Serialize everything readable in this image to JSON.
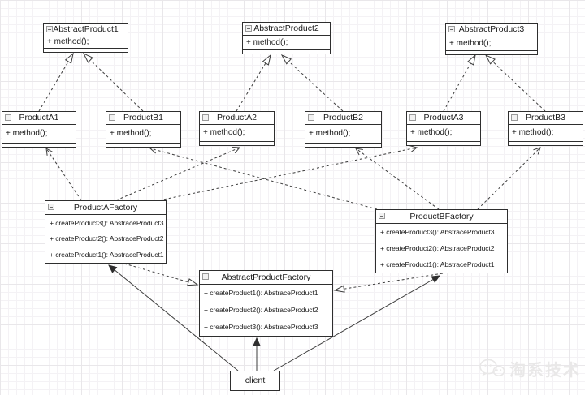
{
  "diagram_title": "abstract-factory-uml-class-diagram",
  "classes": {
    "abstract_product_1": {
      "name": "AbstractProduct1",
      "methods": [
        "+ method();"
      ]
    },
    "abstract_product_2": {
      "name": "AbstractProduct2",
      "methods": [
        "+ method();"
      ]
    },
    "abstract_product_3": {
      "name": "AbstractProduct3",
      "methods": [
        "+ method();"
      ]
    },
    "product_a1": {
      "name": "ProductA1",
      "methods": [
        "+ method();"
      ]
    },
    "product_b1": {
      "name": "ProductB1",
      "methods": [
        "+ method();"
      ]
    },
    "product_a2": {
      "name": "ProductA2",
      "methods": [
        "+ method();"
      ]
    },
    "product_b2": {
      "name": "ProductB2",
      "methods": [
        "+ method();"
      ]
    },
    "product_a3": {
      "name": "ProductA3",
      "methods": [
        "+ method();"
      ]
    },
    "product_b3": {
      "name": "ProductB3",
      "methods": [
        "+ method();"
      ]
    },
    "product_a_factory": {
      "name": "ProductAFactory",
      "methods": [
        "+ createProduct3(): AbstraceProduct3",
        "+ createProduct2(): AbstraceProduct2",
        "+ createProduct1(): AbstraceProduct1"
      ]
    },
    "product_b_factory": {
      "name": "ProductBFactory",
      "methods": [
        "+ createProduct3(): AbstraceProduct3",
        "+ createProduct2(): AbstraceProduct2",
        "+ createProduct1(): AbstraceProduct1"
      ]
    },
    "abstract_product_factory": {
      "name": "AbstractProductFactory",
      "methods": [
        "+ createProduct1(): AbstraceProduct1",
        "+ createProduct2(): AbstraceProduct2",
        "+ createProduct3(): AbstraceProduct3"
      ]
    },
    "client": {
      "name": "client"
    }
  },
  "relations": [
    {
      "from": "ProductA1",
      "to": "AbstractProduct1",
      "type": "realization"
    },
    {
      "from": "ProductB1",
      "to": "AbstractProduct1",
      "type": "realization"
    },
    {
      "from": "ProductA2",
      "to": "AbstractProduct2",
      "type": "realization"
    },
    {
      "from": "ProductB2",
      "to": "AbstractProduct2",
      "type": "realization"
    },
    {
      "from": "ProductA3",
      "to": "AbstractProduct3",
      "type": "realization"
    },
    {
      "from": "ProductB3",
      "to": "AbstractProduct3",
      "type": "realization"
    },
    {
      "from": "ProductAFactory",
      "to": "ProductA1",
      "type": "dependency"
    },
    {
      "from": "ProductAFactory",
      "to": "ProductA2",
      "type": "dependency"
    },
    {
      "from": "ProductAFactory",
      "to": "ProductA3",
      "type": "dependency"
    },
    {
      "from": "ProductBFactory",
      "to": "ProductB1",
      "type": "dependency"
    },
    {
      "from": "ProductBFactory",
      "to": "ProductB2",
      "type": "dependency"
    },
    {
      "from": "ProductBFactory",
      "to": "ProductB3",
      "type": "dependency"
    },
    {
      "from": "ProductAFactory",
      "to": "AbstractProductFactory",
      "type": "realization"
    },
    {
      "from": "ProductBFactory",
      "to": "AbstractProductFactory",
      "type": "realization"
    },
    {
      "from": "client",
      "to": "ProductAFactory",
      "type": "association"
    },
    {
      "from": "client",
      "to": "AbstractProductFactory",
      "type": "association"
    },
    {
      "from": "client",
      "to": "ProductBFactory",
      "type": "association"
    }
  ],
  "watermark": {
    "text": "淘系技术",
    "icon": "wechat-bubbles-icon"
  },
  "icons": {
    "collapse": "collapse-minus-icon"
  },
  "colors": {
    "canvas_bg": "#ffffff",
    "grid_minor": "#f4f2f5",
    "grid_major": "#e9e7ea",
    "shape_border": "#2e2e2e",
    "connector": "#3d3d3d",
    "text": "#1a1a1a",
    "watermark": "#e9e8e8"
  }
}
